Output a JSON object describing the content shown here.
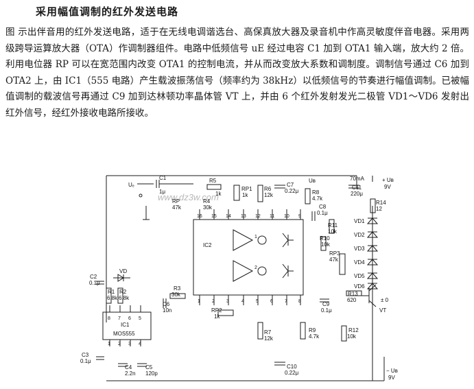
{
  "title": "采用幅值调制的红外发送电路",
  "description": "图 示出伴音用的红外发送电路，适于在无线电调谐选台、高保真放大器及录音机中作高灵敏度伴音电器。采用两级跨导运算放大器（OTA）作调制器组件。电路中低频信号 uE 经过电容 C1 加到 OTA1 输入端，放大约 2 倍。利用电位器 RP 可以在宽范围内改变 OTA1 的控制电流，并从而改变放大系数和调制度。调制信号通过 C6 加到 OTA2 上，由 IC1（555 电路）产生载波振荡信号（频率约为 38kHz）以低频信号的节奏进行幅值调制。已被幅值调制的载波信号再通过 C9 加到达林顿功率晶体管 VT 上，并由 6 个红外发射发光二极管 VD1～VD6 发射出红外信号，经红外接收电路所接收。",
  "watermark": "www.dz3w.com",
  "schematic": {
    "ic2_label": "IC2",
    "ic1_label": "IC1",
    "ic1_part": "MOS555",
    "ota1_num": "1",
    "ota2_num": "2",
    "input_label": "Uₑ",
    "vplus_label": "+ Uʙ",
    "vplus_value": "9V",
    "vminus_label": "− Uʙ",
    "vminus_value": "9V",
    "ub_label": "Uʙ",
    "current_label": "70mA",
    "ground_label": "± 0",
    "vt_label": "VT",
    "vd_label": "VD",
    "components": {
      "C1": {
        "name": "C1",
        "value": "1μ"
      },
      "C2": {
        "name": "C2",
        "value": "0.1μ"
      },
      "C3": {
        "name": "C3",
        "value": "0.1μ"
      },
      "C4": {
        "name": "C4",
        "value": "2.2n"
      },
      "C5": {
        "name": "C5",
        "value": "120p"
      },
      "C6": {
        "name": "C6",
        "value": "10n"
      },
      "C7": {
        "name": "C7",
        "value": "0.22μ"
      },
      "C8": {
        "name": "C8",
        "value": "0.1μ"
      },
      "C9": {
        "name": "C9",
        "value": "0.1μ"
      },
      "C10": {
        "name": "C10",
        "value": "0.22μ"
      },
      "C11": {
        "name": "C11",
        "value": "220μ"
      },
      "R1": {
        "name": "R1",
        "value": "6.8k"
      },
      "R2": {
        "name": "R2",
        "value": "6.8k"
      },
      "R3": {
        "name": "R3",
        "value": "30k"
      },
      "R4": {
        "name": "R4",
        "value": "30k"
      },
      "R5": {
        "name": "R5",
        "value": "1k"
      },
      "R6": {
        "name": "R6",
        "value": "12k"
      },
      "R7": {
        "name": "R7",
        "value": "12k"
      },
      "R8": {
        "name": "R8",
        "value": "4.7k"
      },
      "R9": {
        "name": "R9",
        "value": "4.7k"
      },
      "R10": {
        "name": "R10",
        "value": "10k"
      },
      "R11": {
        "name": "R11",
        "value": "10k"
      },
      "R12": {
        "name": "R12",
        "value": "10k"
      },
      "R13": {
        "name": "R13",
        "value": "620"
      },
      "R14": {
        "name": "R14",
        "value": "12"
      },
      "RP": {
        "name": "RP",
        "value": "47k"
      },
      "RP1": {
        "name": "RP1",
        "value": "1k"
      },
      "RP2": {
        "name": "RP2",
        "value": "1k"
      },
      "RP3": {
        "name": "RP3",
        "value": "47k"
      }
    },
    "leds": [
      "VD1",
      "VD2",
      "VD3",
      "VD4",
      "VD5",
      "VD6"
    ],
    "ic2_pins_top": [
      "16",
      "15",
      "14",
      "13",
      "12",
      "11",
      "10",
      "9"
    ],
    "ic2_pins_bottom": [
      "1",
      "2",
      "3",
      "4",
      "5",
      "6",
      "7",
      "8"
    ],
    "ic1_pins_top": [
      "8",
      "7",
      "6",
      "5"
    ],
    "ic1_pins_bottom": [
      "1",
      "2",
      "3",
      "4"
    ]
  }
}
